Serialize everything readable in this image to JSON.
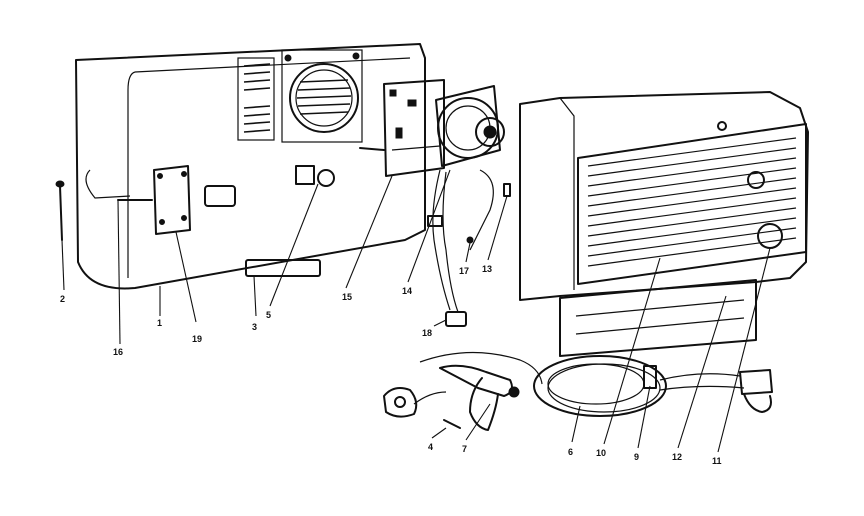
{
  "callouts": [
    {
      "id": "c2",
      "text": "2"
    },
    {
      "id": "c16",
      "text": "16"
    },
    {
      "id": "c1",
      "text": "1"
    },
    {
      "id": "c19",
      "text": "19"
    },
    {
      "id": "c3",
      "text": "3"
    },
    {
      "id": "c5",
      "text": "5"
    },
    {
      "id": "c15",
      "text": "15"
    },
    {
      "id": "c14",
      "text": "14"
    },
    {
      "id": "c17",
      "text": "17"
    },
    {
      "id": "c13",
      "text": "13"
    },
    {
      "id": "c18",
      "text": "18"
    },
    {
      "id": "c4",
      "text": "4"
    },
    {
      "id": "c7",
      "text": "7"
    },
    {
      "id": "c6",
      "text": "6"
    },
    {
      "id": "c10",
      "text": "10"
    },
    {
      "id": "c9",
      "text": "9"
    },
    {
      "id": "c12",
      "text": "12"
    },
    {
      "id": "c11",
      "text": "11"
    }
  ]
}
